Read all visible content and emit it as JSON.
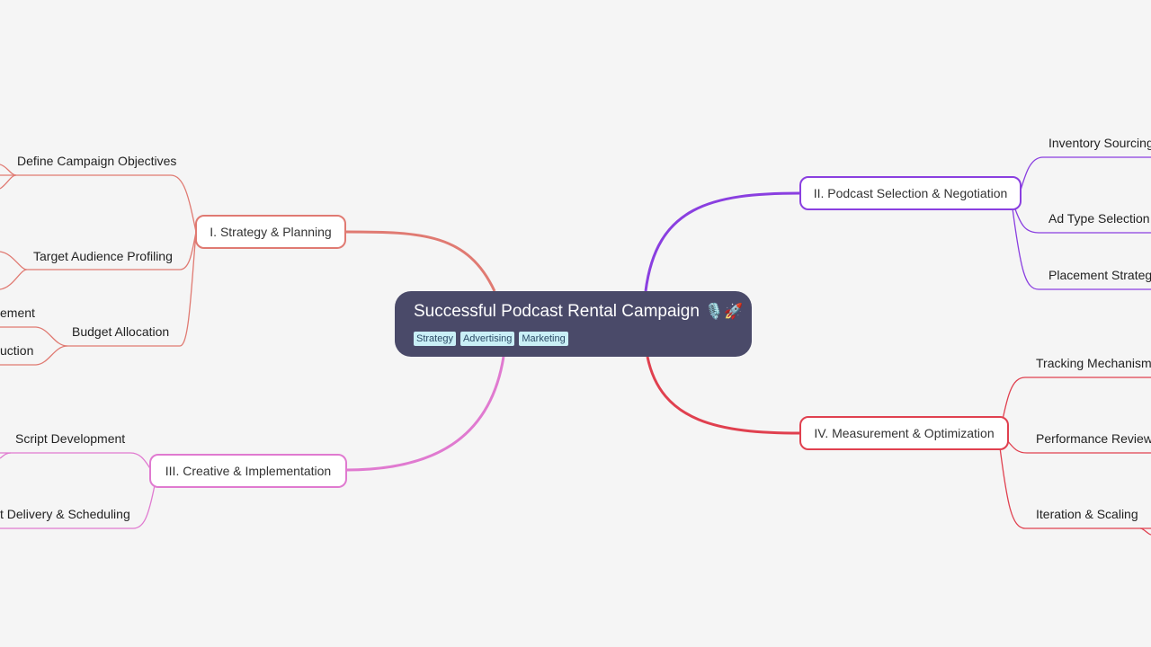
{
  "root": {
    "title": "Successful Podcast Rental Campaign",
    "emoji": "🎙️🚀",
    "tags": [
      "Strategy",
      "Advertising",
      "Marketing"
    ]
  },
  "branches": [
    {
      "label": "I. Strategy & Planning",
      "color": "#e07a72",
      "children": [
        "Define Campaign Objectives",
        "Target Audience Profiling",
        "Budget Allocation"
      ],
      "grandchildren": [
        "ement",
        "uction"
      ]
    },
    {
      "label": "II. Podcast Selection & Negotiation",
      "color": "#8a3fe0",
      "children": [
        "Inventory Sourcing",
        "Ad Type Selection",
        "Placement Strategy"
      ]
    },
    {
      "label": "III. Creative & Implementation",
      "color": "#e07ad0",
      "children": [
        "Script Development",
        "t Delivery & Scheduling"
      ]
    },
    {
      "label": "IV. Measurement & Optimization",
      "color": "#e0404f",
      "children": [
        "Tracking Mechanism S",
        "Performance Review",
        "Iteration & Scaling"
      ]
    }
  ]
}
